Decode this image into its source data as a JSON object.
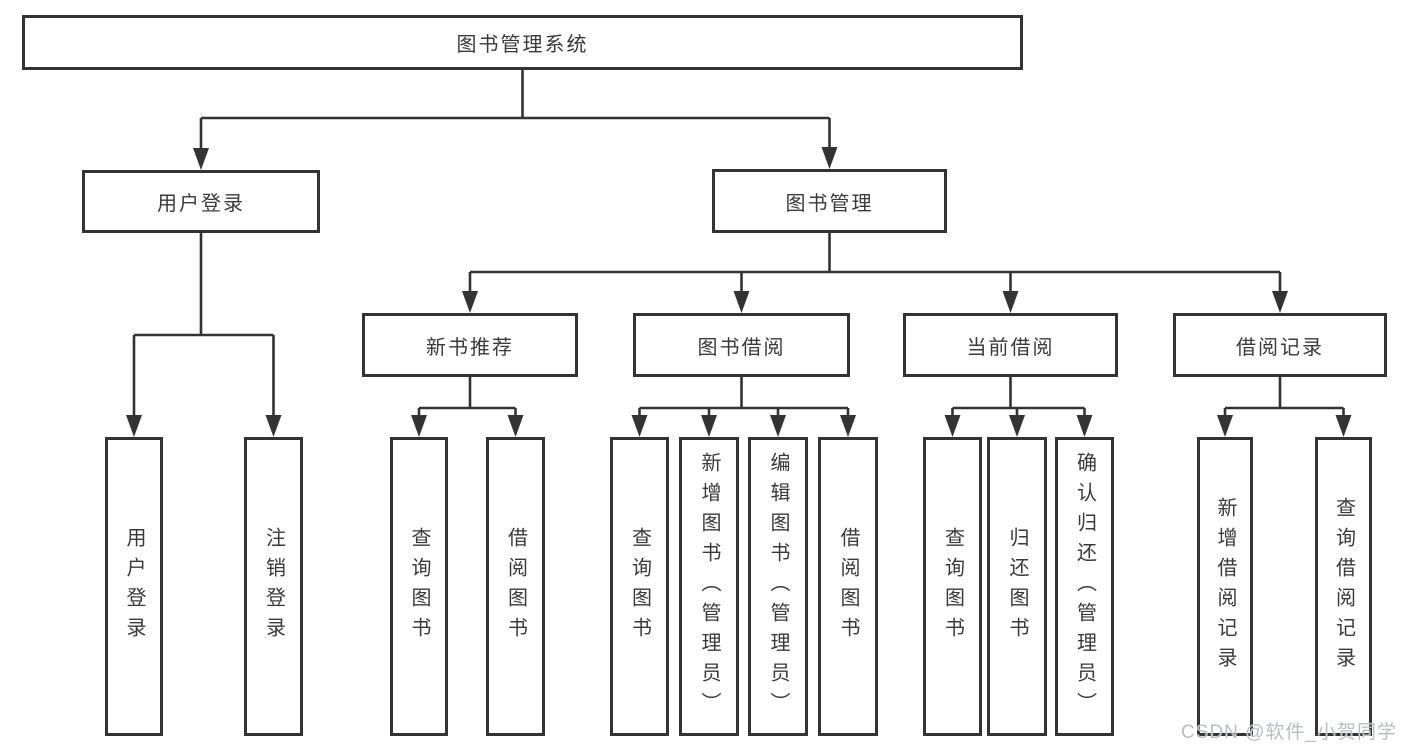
{
  "tree": {
    "label": "图书管理系统",
    "children": [
      {
        "label": "用户登录",
        "children": [
          {
            "label": "用户登录"
          },
          {
            "label": "注销登录"
          }
        ]
      },
      {
        "label": "图书管理",
        "children": [
          {
            "label": "新书推荐",
            "children": [
              {
                "label": "查询图书"
              },
              {
                "label": "借阅图书"
              }
            ]
          },
          {
            "label": "图书借阅",
            "children": [
              {
                "label": "查询图书"
              },
              {
                "label": "新增图书（管理员）"
              },
              {
                "label": "编辑图书（管理员）"
              },
              {
                "label": "借阅图书"
              }
            ]
          },
          {
            "label": "当前借阅",
            "children": [
              {
                "label": "查询图书"
              },
              {
                "label": "归还图书"
              },
              {
                "label": "确认归还（管理员）"
              }
            ]
          },
          {
            "label": "借阅记录",
            "children": [
              {
                "label": "新增借阅记录"
              },
              {
                "label": "查询借阅记录"
              }
            ]
          }
        ]
      }
    ]
  },
  "watermark": {
    "text": "CSDN @软件_小贺同学"
  },
  "colors": {
    "line": "#333333",
    "box_border": "#333333",
    "box_background": "#ffffff",
    "text": "#3a3a3a",
    "watermark": "#b9bec1",
    "page_background": "#ffffff"
  }
}
